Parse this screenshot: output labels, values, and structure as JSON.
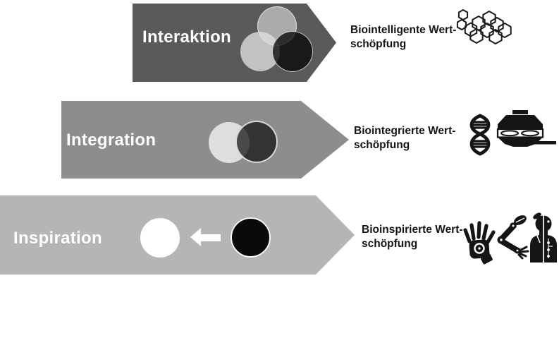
{
  "diagram": {
    "rows": [
      {
        "arrow_label": "Interaktion",
        "arrow_color": "#5a5a5a",
        "result_line1": "Biointelligente Wert-",
        "result_line2": "schöpfung",
        "icon_names": [
          "molecule-icon"
        ]
      },
      {
        "arrow_label": "Integration",
        "arrow_color": "#8d8d8d",
        "result_line1": "Biointegrierte Wert-",
        "result_line2": "schöpfung",
        "icon_names": [
          "dna-icon",
          "bioreactor-icon"
        ]
      },
      {
        "arrow_label": "Inspiration",
        "arrow_color": "#b5b5b5",
        "result_line1": "Bioinspirierte Wert-",
        "result_line2": "schöpfung",
        "icon_names": [
          "robotic-hand-icon",
          "robotic-arm-icon",
          "human-machine-icon"
        ]
      }
    ],
    "colors": {
      "background": "#ffffff",
      "arrow_label_text": "#ffffff",
      "result_text": "#141414",
      "icon_black": "#151515",
      "circle_white": "#ffffff",
      "circle_black": "#0a0a0a",
      "circle_light_gray": "#dedede",
      "circle_dark_gray": "#454545"
    }
  }
}
